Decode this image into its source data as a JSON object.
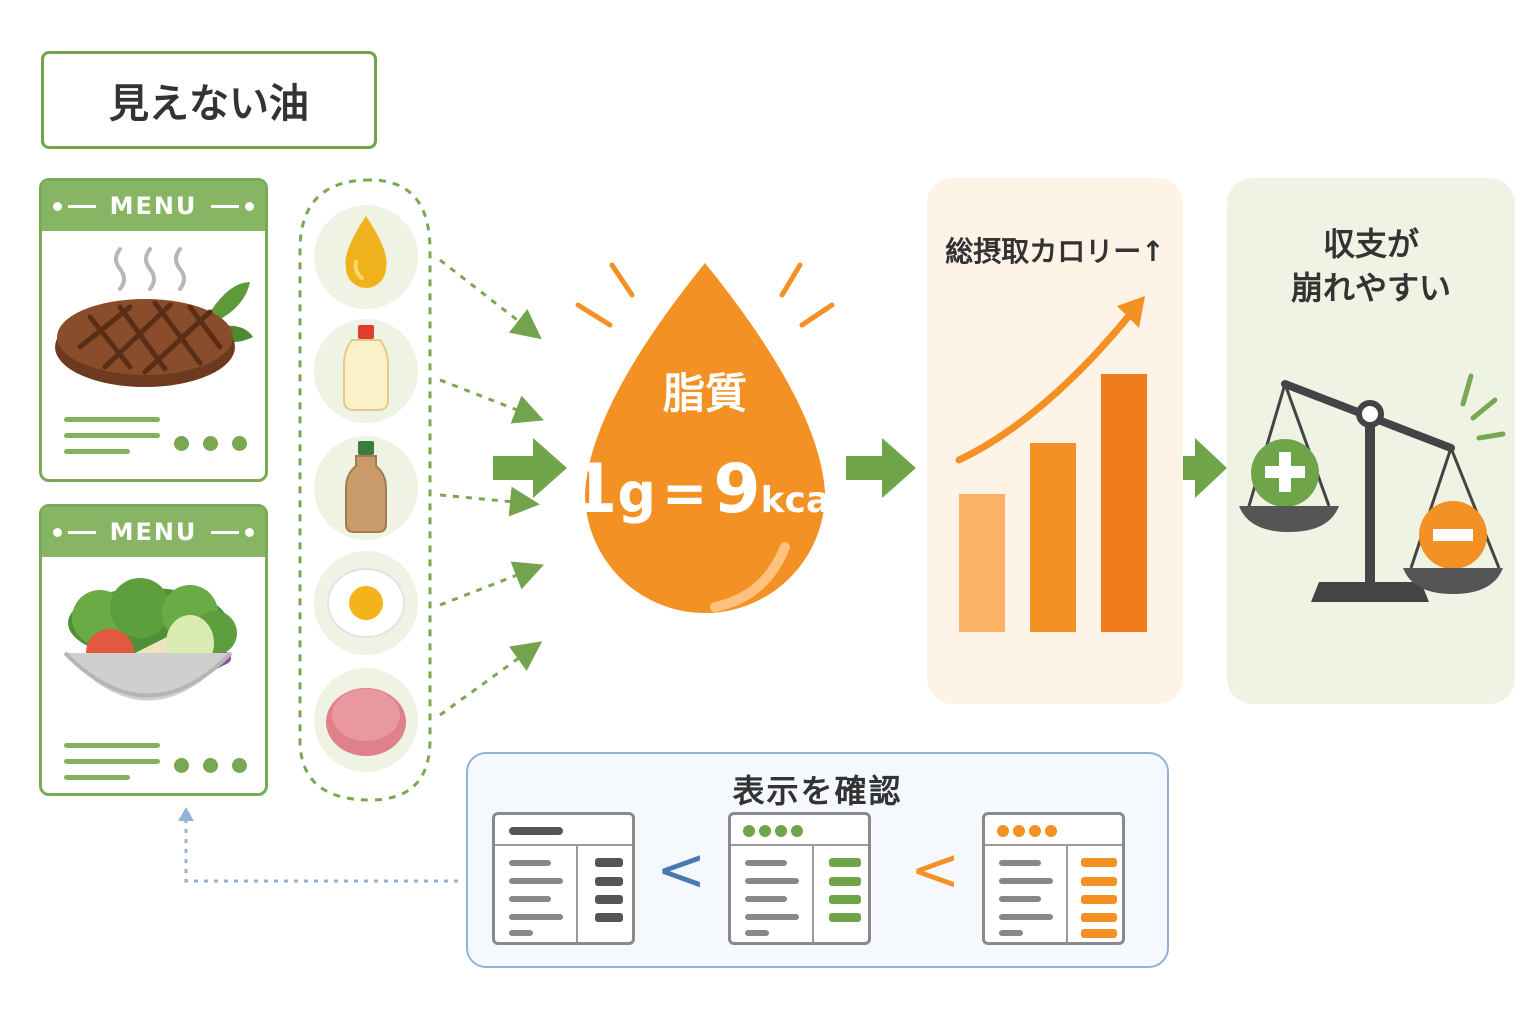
{
  "title": "見えない油",
  "menu_cards": [
    {
      "label": "MENU",
      "food_icon": "steak-icon"
    },
    {
      "label": "MENU",
      "food_icon": "salad-icon"
    }
  ],
  "hidden_oil_sources": [
    "oil-drop-icon",
    "mayonnaise-icon",
    "dressing-icon",
    "fried-egg-icon",
    "ground-meat-icon"
  ],
  "fat": {
    "label": "脂質",
    "equation": {
      "amount": "1",
      "unit1": "g",
      "equals": "=",
      "energy": "9",
      "unit2": "kcal"
    }
  },
  "calorie_panel": {
    "title": "総摂取カロリー↑",
    "bars": [
      0.46,
      0.63,
      0.86
    ]
  },
  "balance_panel": {
    "title_line1": "収支が",
    "title_line2": "崩れやすい",
    "icon": "balance-scale-icon"
  },
  "confirm": {
    "title": "表示を確認",
    "separators": [
      "<",
      "<"
    ]
  },
  "colors": {
    "green": "#6fa548",
    "orange": "#f39125",
    "dark_orange": "#ef7d1b",
    "light_orange": "#fbb267",
    "blue": "#93b3d6",
    "gray": "#555555"
  }
}
